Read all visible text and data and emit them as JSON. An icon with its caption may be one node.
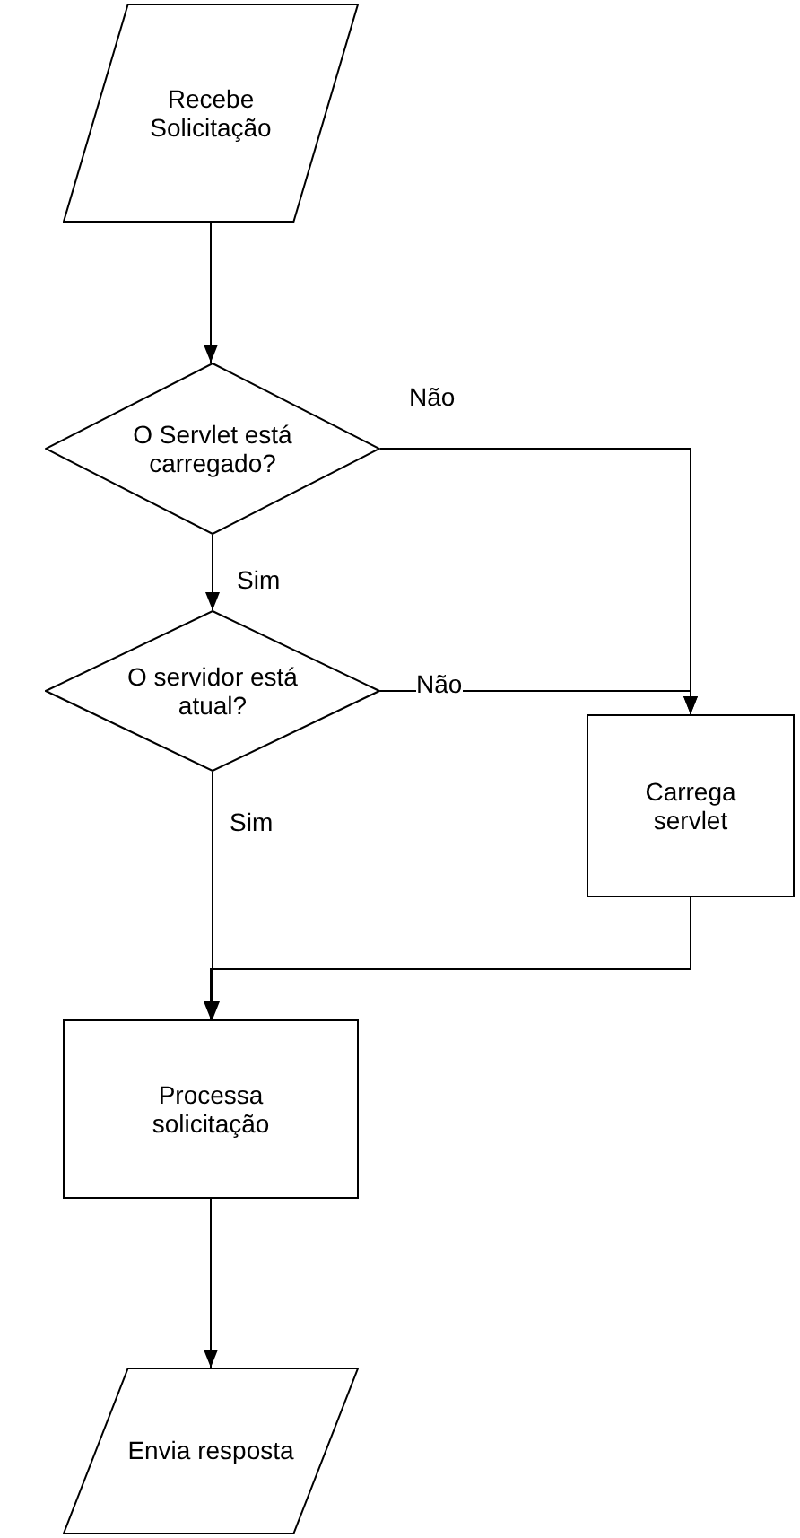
{
  "diagram": {
    "nodes": [
      {
        "text": [
          "Recebe Solicitação"
        ]
      },
      {
        "text": [
          "O Servlet está carregado?"
        ]
      },
      {
        "text": [
          "O servidor está atual?"
        ]
      },
      {
        "text": [
          "Carrega servlet"
        ]
      },
      {
        "text": [
          "Processa solicitação"
        ]
      },
      {
        "text": [
          "Envia resposta"
        ]
      }
    ],
    "edges": [
      {
        "from": 0,
        "to": 1,
        "arrow": "to"
      },
      {
        "from": 1,
        "to": 2,
        "arrow": "to",
        "label": "Sim"
      },
      {
        "from": 1,
        "to": 3,
        "arrow": "to",
        "label": "Não"
      },
      {
        "from": 2,
        "to": 3,
        "arrow": "to",
        "label": "Não"
      },
      {
        "from": 2,
        "to": 4,
        "arrow": "to",
        "label": "Sim"
      },
      {
        "from": 3,
        "to": 4,
        "arrow": "to"
      },
      {
        "from": 4,
        "to": 5,
        "arrow": "to"
      }
    ]
  }
}
